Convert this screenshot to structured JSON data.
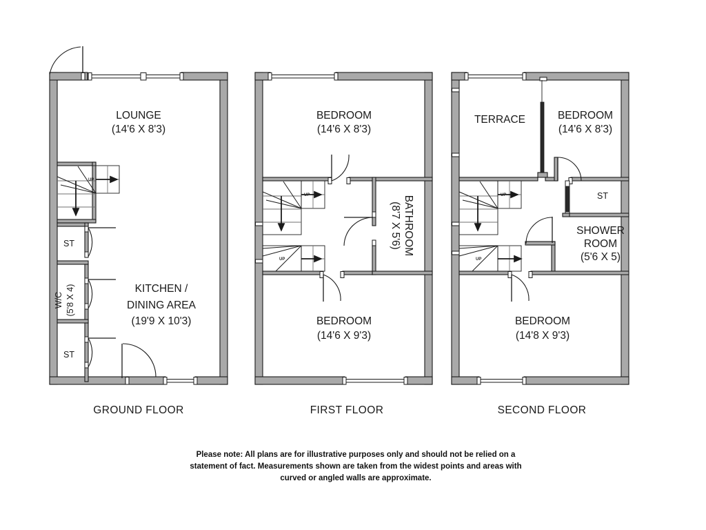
{
  "document": {
    "type": "floor-plan",
    "background_color": "#ffffff",
    "wall_fill_color": "#a9a9a9",
    "wall_stroke_color": "#1a1a1a",
    "text_color": "#1a1a1a"
  },
  "floors": [
    {
      "id": "ground",
      "caption": "GROUND FLOOR",
      "rooms": [
        {
          "key": "lounge",
          "name": "LOUNGE",
          "dims": "(14'6 X 8'3)"
        },
        {
          "key": "kitchen",
          "name": "KITCHEN /",
          "name2": "DINING AREA",
          "dims": "(19'9 X 10'3)"
        },
        {
          "key": "st_top",
          "name": "ST",
          "dims": ""
        },
        {
          "key": "wc",
          "name": "W/C",
          "dims": "(5'8 X 4)"
        },
        {
          "key": "st_bot",
          "name": "ST",
          "dims": ""
        }
      ],
      "stair_markers": [
        "UP"
      ]
    },
    {
      "id": "first",
      "caption": "FIRST FLOOR",
      "rooms": [
        {
          "key": "bed_front",
          "name": "BEDROOM",
          "dims": "(14'6 X 8'3)"
        },
        {
          "key": "bathroom",
          "name": "BATHROOM",
          "dims": "(8'7 X 5'6)"
        },
        {
          "key": "bed_rear",
          "name": "BEDROOM",
          "dims": "(14'6 X 9'3)"
        }
      ],
      "stair_markers": [
        "UP",
        "UP"
      ]
    },
    {
      "id": "second",
      "caption": "SECOND FLOOR",
      "rooms": [
        {
          "key": "terrace",
          "name": "TERRACE",
          "dims": ""
        },
        {
          "key": "bed_front",
          "name": "BEDROOM",
          "dims": "(14'6 X 8'3)"
        },
        {
          "key": "st",
          "name": "ST",
          "dims": ""
        },
        {
          "key": "shower",
          "name": "SHOWER",
          "name2": "ROOM",
          "dims": "(5'6 X 5)"
        },
        {
          "key": "bed_rear",
          "name": "BEDROOM",
          "dims": "(14'8 X 9'3)"
        }
      ],
      "stair_markers": [
        "UP",
        "UP"
      ]
    }
  ],
  "disclaimer": {
    "line1": "Please note: All plans are for illustrative purposes only and should not be relied on a",
    "line2": "statement of fact. Measurements shown are taken from the widest points and areas with",
    "line3": "curved or angled walls are approximate."
  }
}
